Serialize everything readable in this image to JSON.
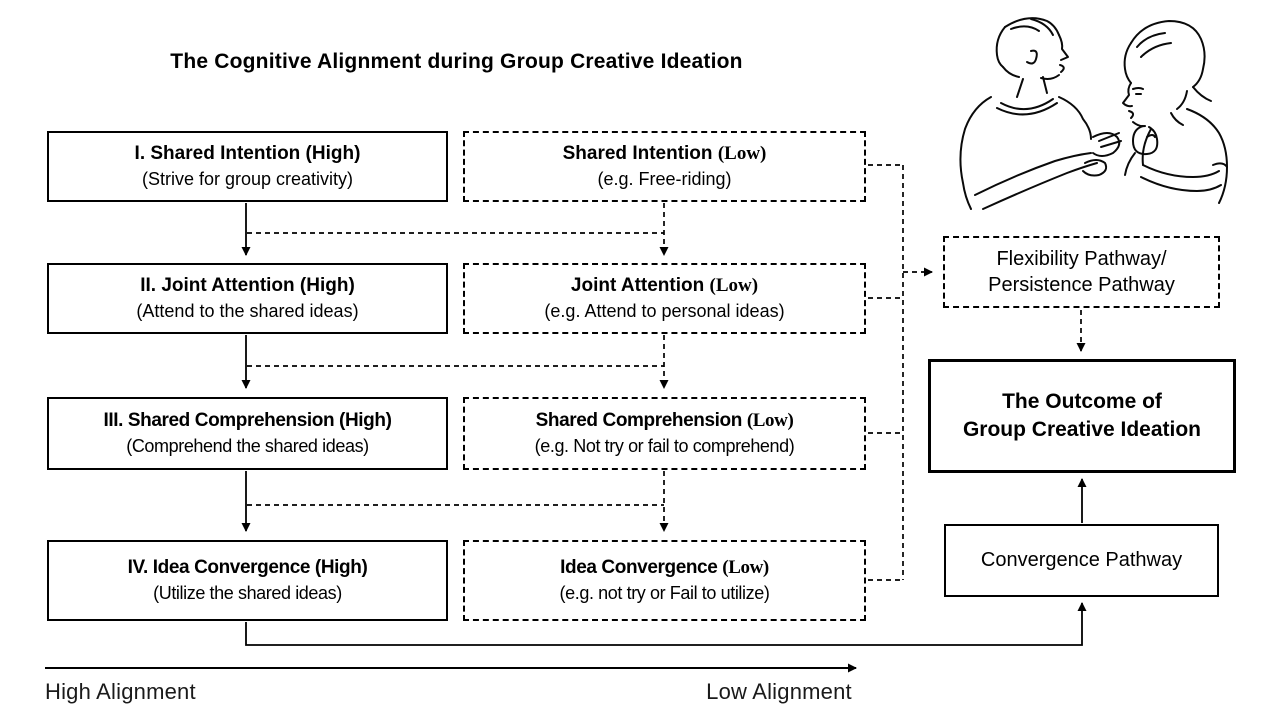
{
  "title": "The Cognitive Alignment during Group Creative Ideation",
  "stages": [
    {
      "high": {
        "heading": "I. Shared Intention (High)",
        "subtitle": "(Strive for group creativity)"
      },
      "low": {
        "heading_main": "Shared Intention",
        "heading_low": "(Low)",
        "subtitle": "(e.g. Free-riding)"
      }
    },
    {
      "high": {
        "heading": "II. Joint Attention (High)",
        "subtitle": "(Attend to the shared ideas)"
      },
      "low": {
        "heading_main": "Joint Attention",
        "heading_low": "(Low)",
        "subtitle": "(e.g. Attend to personal ideas)"
      }
    },
    {
      "high": {
        "heading": "III. Shared Comprehension (High)",
        "subtitle": "(Comprehend the shared ideas)"
      },
      "low": {
        "heading_main": "Shared Comprehension",
        "heading_low": "(Low)",
        "subtitle": "(e.g. Not try or fail to comprehend)"
      }
    },
    {
      "high": {
        "heading": "IV. Idea Convergence (High)",
        "subtitle": "(Utilize the shared ideas)"
      },
      "low": {
        "heading_main": "Idea Convergence",
        "heading_low": "(Low)",
        "subtitle": "(e.g. not try or Fail to utilize)"
      }
    }
  ],
  "pathways": {
    "flexibility": {
      "line1": "Flexibility Pathway/",
      "line2": "Persistence Pathway"
    },
    "outcome": {
      "line1": "The Outcome of",
      "line2": "Group Creative Ideation"
    },
    "convergence": {
      "label": "Convergence Pathway"
    }
  },
  "axis": {
    "left_label": "High Alignment",
    "right_label": "Low Alignment"
  },
  "illustration": {
    "name": "two-people-talking-sketch"
  },
  "colors": {
    "ink": "#000000",
    "background": "#ffffff"
  }
}
